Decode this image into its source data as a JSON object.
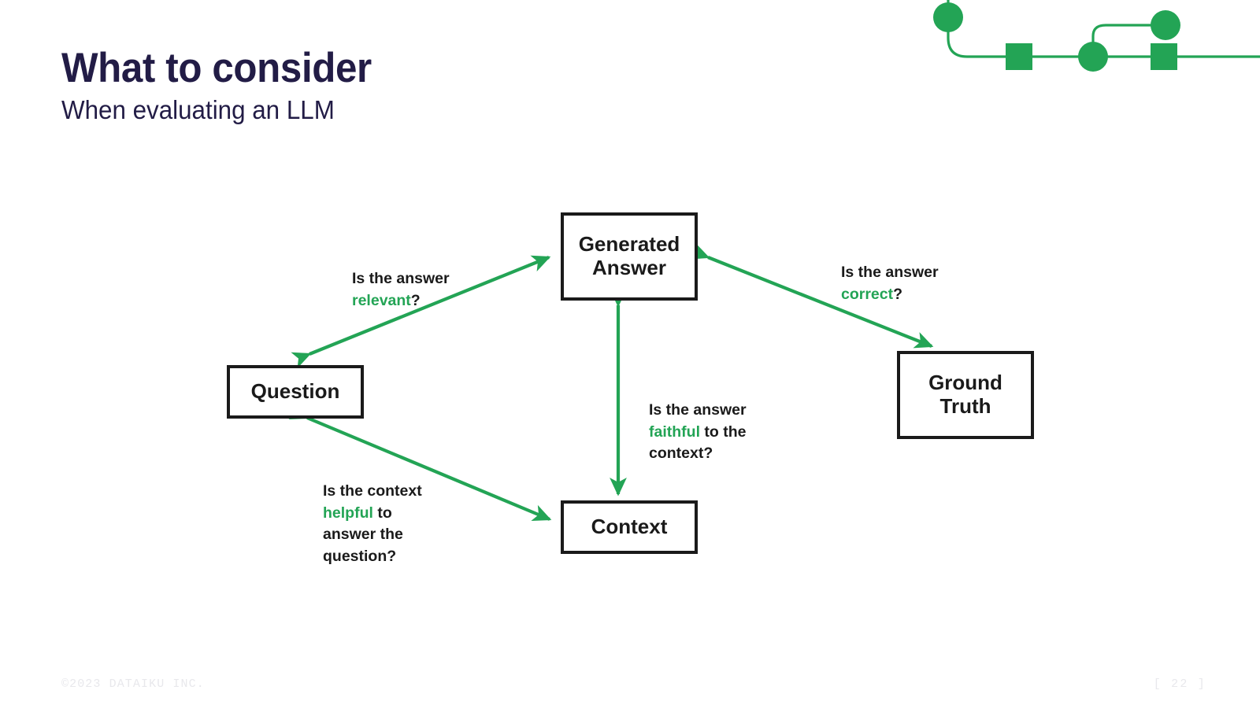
{
  "header": {
    "title": "What to consider",
    "subtitle": "When evaluating an LLM"
  },
  "decoration": {
    "name": "node-graph-decoration",
    "color": "#23a455"
  },
  "diagram": {
    "type": "node-edge-diagram",
    "accent_color": "#23a455",
    "box_border_color": "#1a1a1a",
    "nodes": [
      {
        "id": "generated-answer",
        "label": "Generated\nAnswer",
        "line1": "Generated",
        "line2": "Answer"
      },
      {
        "id": "question",
        "label": "Question",
        "line1": "Question",
        "line2": ""
      },
      {
        "id": "context",
        "label": "Context",
        "line1": "Context",
        "line2": ""
      },
      {
        "id": "ground-truth",
        "label": "Ground\nTruth",
        "line1": "Ground",
        "line2": "Truth"
      }
    ],
    "edges": [
      {
        "id": "question-generated-answer",
        "from": "question",
        "to": "generated-answer",
        "bidirectional": true,
        "label_parts": [
          {
            "text": "Is the answer",
            "highlight": false
          },
          {
            "text": "relevant",
            "highlight": true
          },
          {
            "text": "?",
            "highlight": false
          }
        ],
        "label_plain": "Is the answer relevant?"
      },
      {
        "id": "generated-answer-ground-truth",
        "from": "generated-answer",
        "to": "ground-truth",
        "bidirectional": true,
        "label_parts": [
          {
            "text": "Is the answer",
            "highlight": false
          },
          {
            "text": "correct",
            "highlight": true
          },
          {
            "text": "?",
            "highlight": false
          }
        ],
        "label_plain": "Is the answer correct?"
      },
      {
        "id": "generated-answer-context",
        "from": "generated-answer",
        "to": "context",
        "bidirectional": true,
        "label_parts": [
          {
            "text": "Is the answer",
            "highlight": false
          },
          {
            "text": "faithful",
            "highlight": true
          },
          {
            "text": " to the context?",
            "highlight": false
          }
        ],
        "label_plain": "Is the answer faithful to the context?"
      },
      {
        "id": "question-context",
        "from": "question",
        "to": "context",
        "bidirectional": true,
        "label_parts": [
          {
            "text": "Is the context",
            "highlight": false
          },
          {
            "text": "helpful",
            "highlight": true
          },
          {
            "text": " to answer the question?",
            "highlight": false
          }
        ],
        "label_plain": "Is the context helpful to answer the question?"
      }
    ],
    "labels": {
      "relevant": {
        "line1": "Is the answer",
        "line2_highlight": "relevant",
        "line2_rest": "?"
      },
      "correct": {
        "line1": "Is the answer",
        "line2_highlight": "correct",
        "line2_rest": "?"
      },
      "faithful": {
        "line1": "Is the answer",
        "line2_highlight": "faithful",
        "line2_rest": " to the",
        "line3": "context?"
      },
      "helpful": {
        "line1": "Is the context",
        "line2_highlight": "helpful",
        "line2_rest": " to",
        "line3": "answer the",
        "line4": "question?"
      }
    }
  },
  "footer": {
    "copyright": "©2023 DATAIKU INC.",
    "page_number": "[ 22 ]"
  }
}
